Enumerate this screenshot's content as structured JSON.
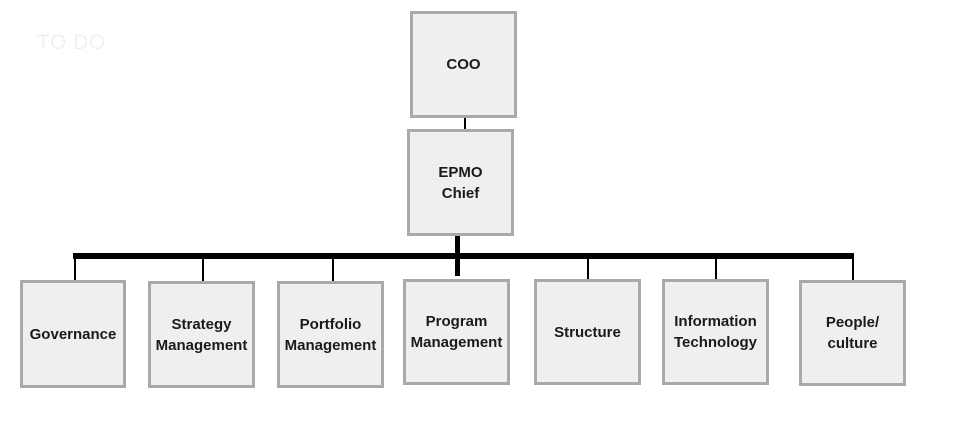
{
  "watermark": "TO DO",
  "nodes": {
    "coo": "COO",
    "epmo": "EPMO\nChief",
    "governance": "Governance",
    "strategy": "Strategy\nManagement",
    "portfolio": "Portfolio\nManagement",
    "program": "Program\nManagement",
    "structure": "Structure",
    "information_technology": "Information\nTechnology",
    "people_culture": "People/\nculture"
  }
}
